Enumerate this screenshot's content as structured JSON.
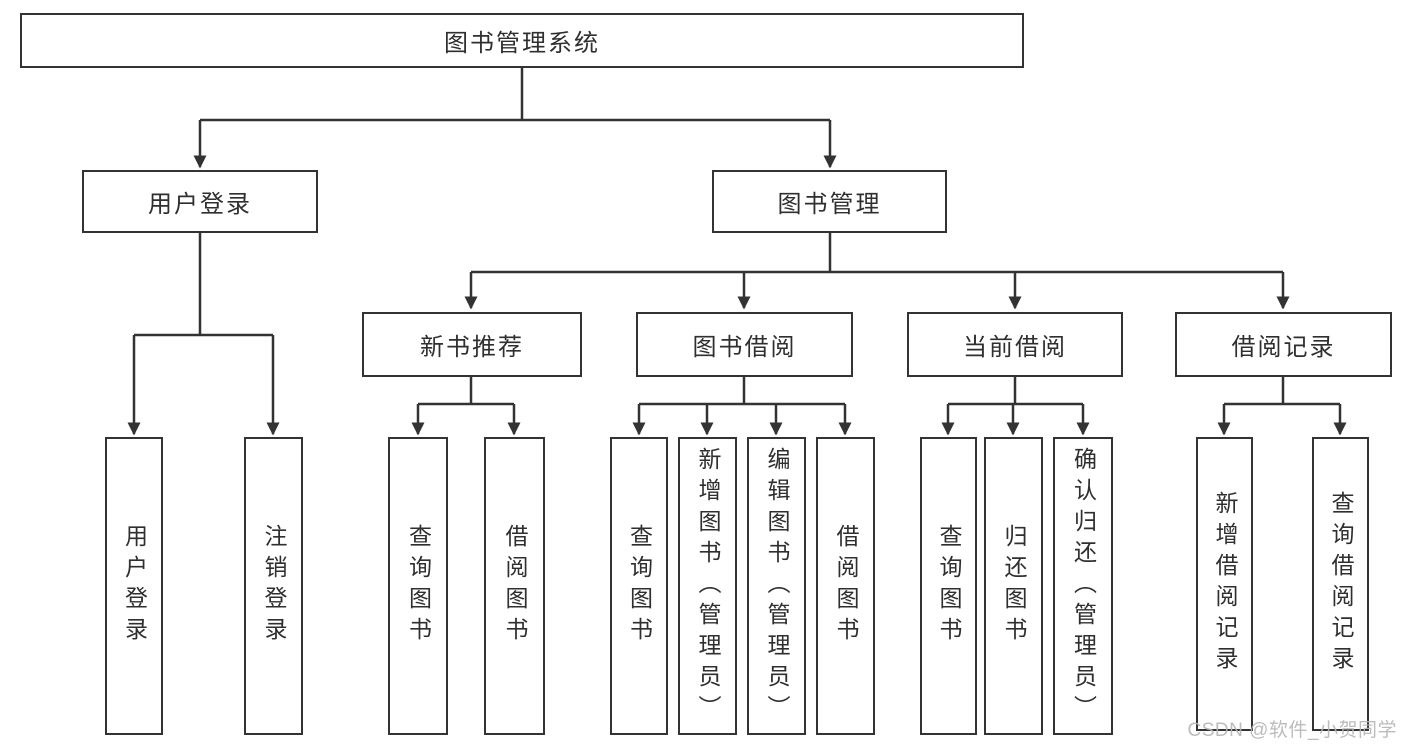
{
  "diagram": {
    "root": "图书管理系统",
    "level2": {
      "user_login": "用户登录",
      "book_management": "图书管理"
    },
    "level3": {
      "new_book_recommendation": "新书推荐",
      "book_borrowing": "图书借阅",
      "current_borrowing": "当前借阅",
      "borrowing_records": "借阅记录"
    },
    "leaves": {
      "user_login": [
        "用户登录",
        "注销登录"
      ],
      "new_book_recommendation": [
        "查询图书",
        "借阅图书"
      ],
      "book_borrowing": [
        "查询图书",
        "新增图书（管理员）",
        "编辑图书（管理员）",
        "借阅图书"
      ],
      "current_borrowing": [
        "查询图书",
        "归还图书",
        "确认归还（管理员）"
      ],
      "borrowing_records": [
        "新增借阅记录",
        "查询借阅记录"
      ]
    }
  },
  "watermark": "CSDN @软件_小贺同学",
  "colors": {
    "line": "#333333",
    "text": "#2f2f2f",
    "background": "#ffffff",
    "watermark": "#b5b5b5"
  }
}
